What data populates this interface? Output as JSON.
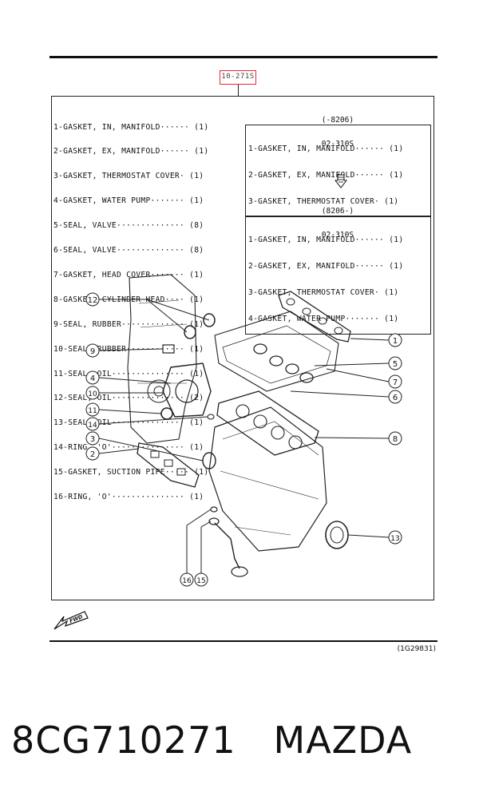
{
  "callout_label": "10-271S",
  "parts_list": [
    {
      "text": "1-GASKET, IN, MANIFOLD······ (1)"
    },
    {
      "text": "2-GASKET, EX, MANIFOLD······ (1)"
    },
    {
      "text": "3-GASKET, THERMOSTAT COVER· (1)"
    },
    {
      "text": "4-GASKET, WATER PUMP······· (1)"
    },
    {
      "text": "5-SEAL, VALVE·············· (8)"
    },
    {
      "text": "6-SEAL, VALVE·············· (8)"
    },
    {
      "text": "7-GASKET, HEAD COVER······· (1)"
    },
    {
      "text": "8-GASKET, CYLINDER HEAD···· (1)"
    },
    {
      "text": "9-SEAL, RUBBER············· (1)"
    },
    {
      "text": "10-SEAL, RUBBER············ (1)"
    },
    {
      "text": "11-SEAL, OIL··············· (1)"
    },
    {
      "text": "12-SEAL, OIL··············· (2)"
    },
    {
      "text": "13-SEAL, OIL··············· (1)"
    },
    {
      "text": "14-RING, 'O'··············· (1)"
    },
    {
      "text": "15-GASKET, SUCTION PIPE····· (1)"
    },
    {
      "text": "16-RING, 'O'··············· (1)"
    }
  ],
  "kit_a": {
    "range": "(-8206)",
    "code": "02-310S",
    "items": [
      "1-GASKET, IN, MANIFOLD······ (1)",
      "2-GASKET, EX, MANIFOLD······ (1)",
      "3-GASKET, THERMOSTAT COVER· (1)"
    ]
  },
  "kit_b": {
    "range": "(8206-)",
    "code": "02-310S",
    "items": [
      "1-GASKET, IN, MANIFOLD······ (1)",
      "2-GASKET, EX, MANIFOLD······ (1)",
      "3-GASKET, THERMOSTAT COVER· (1)",
      "4-GASKET, WATER PUMP······· (1)"
    ]
  },
  "callouts": [
    "1",
    "2",
    "3",
    "4",
    "5",
    "6",
    "7",
    "8",
    "9",
    "10",
    "11",
    "12",
    "13",
    "14",
    "15",
    "16"
  ],
  "fwd_label": "FWD",
  "diagram_code": "(1G29831)",
  "footer": {
    "part_number": "8CG710271",
    "brand": "MAZDA"
  },
  "colors": {
    "highlight": "#e22233",
    "ink": "#111111"
  }
}
